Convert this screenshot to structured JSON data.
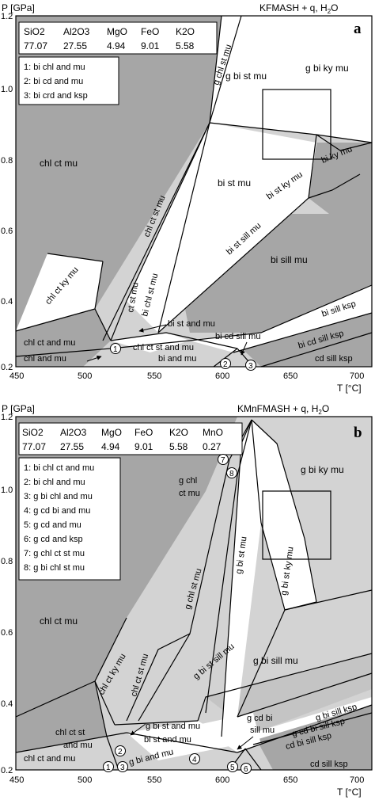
{
  "colors": {
    "dark": "#a6a6a6",
    "light": "#d3d3d3",
    "white": "#ffffff",
    "line": "#000000"
  },
  "panel_a": {
    "ylabel": "P  [GPa]",
    "xlabel": "T [°C]",
    "system": "KFMASH + q, H",
    "system_sub": "2",
    "system_tail": "O",
    "panel_letter": "a",
    "x_ticks": [
      "450",
      "500",
      "550",
      "600",
      "650",
      "700"
    ],
    "y_ticks": [
      "1.2",
      "1.0",
      "0.8",
      "0.6",
      "0.4",
      "0.2"
    ],
    "composition": {
      "oxides": [
        "SiO",
        "Al",
        "MgO",
        "FeO",
        "K"
      ],
      "oxide_labels": [
        "SiO2",
        "Al2O3",
        "MgO",
        "FeO",
        "K2O"
      ],
      "values": [
        "77.07",
        "27.55",
        "4.94",
        "9.01",
        "5.58"
      ]
    },
    "legend": [
      "1: bi chl and mu",
      "2: bi cd and mu",
      "3: bi crd and ksp"
    ],
    "fields": {
      "chl_ct_mu": "chl ct mu",
      "g_chl_st_mu": "g chl st mu",
      "g_bi_st_mu": "g bi st mu",
      "g_bi_ky_mu": "g bi ky mu",
      "bi_ky_mu": "bi ky mu",
      "bi_st_ky_mu": "bi st ky mu",
      "bi_st_mu": "bi st mu",
      "chl_ct_st_mu": "chl ct st mu",
      "bi_st_sill_mu": "bi st sill mu",
      "bi_sill_mu": "bi sill mu",
      "chl_ct_ky_mu": "chl ct ky mu",
      "ct_st_mu": "ct st mu",
      "bi_chl_st_mu": "bi chl st mu",
      "bi_st_and_mu": "bi st and mu",
      "bi_cd_sill_mu": "bi cd sill mu",
      "bi_sill_ksp": "bi sill ksp",
      "bi_cd_sill_ksp": "bi cd sill ksp",
      "chl_ct_and_mu": "chl ct and mu",
      "chl_and_mu": "chl and mu",
      "chl_ct_st_and_mu": "chl ct st and mu",
      "bi_and_mu": "bi and mu",
      "cd_sill_ksp": "cd sill ksp"
    },
    "circles": [
      "1",
      "2",
      "3"
    ]
  },
  "panel_b": {
    "ylabel": "P  [GPa]",
    "xlabel": "T [°C]",
    "system": "KMnFMASH + q, H",
    "system_sub": "2",
    "system_tail": "O",
    "panel_letter": "b",
    "x_ticks": [
      "450",
      "500",
      "550",
      "600",
      "650",
      "700"
    ],
    "y_ticks": [
      "1.2",
      "1.0",
      "0.8",
      "0.6",
      "0.4",
      "0.2"
    ],
    "composition": {
      "oxide_labels": [
        "SiO2",
        "Al2O3",
        "MgO",
        "FeO",
        "K2O",
        "MnO"
      ],
      "values": [
        "77.07",
        "27.55",
        "4.94",
        "9.01",
        "5.58",
        "0.27"
      ]
    },
    "legend": [
      "1: bi chl ct and mu",
      "2: bi chl and mu",
      "3: g bi chl and mu",
      "4: g cd bi and mu",
      "5: g cd and mu",
      "6: g cd and ksp",
      "7: g chl ct st mu",
      "8: g bi chl st mu"
    ],
    "fields": {
      "chl_ct_mu": "chl ct mu",
      "g_chl": "g chl",
      "ct_mu": "ct mu",
      "g_bi_ky_mu": "g bi ky mu",
      "g_bi_st_ky_mu": "g bi st ky mu",
      "g_bi_st_mu": "g bi st mu",
      "g_chl_st_mu": "g chl st mu",
      "g_bi_sill_mu": "g bi sill mu",
      "g_bi_st_sill_mu": "g bi st sill mu",
      "chl_ct_ky_mu": "chl ct ky mu",
      "chl_ct_st_mu": "chl ct st mu",
      "chl_ct_st": "chl ct st",
      "and_mu": "and mu",
      "chl_ct_and_mu": "chl ct and mu",
      "g_bi_st_and_mu": "g bi st and mu",
      "bi_st_and_mu": "bi st and mu",
      "g_bi_and_mu": "g bi and mu",
      "g_cd_bi": "g cd bi",
      "sill_mu": "sill mu",
      "g_bi_sill_ksp": "g bi sill ksp",
      "g_cd_bi_sill_ksp": "g cd bi sill ksp",
      "cd_bi_sill_ksp": "cd bi sill ksp",
      "cd_sill_ksp": "cd sill ksp"
    },
    "circles": [
      "1",
      "2",
      "3",
      "4",
      "5",
      "6",
      "7",
      "8"
    ]
  }
}
